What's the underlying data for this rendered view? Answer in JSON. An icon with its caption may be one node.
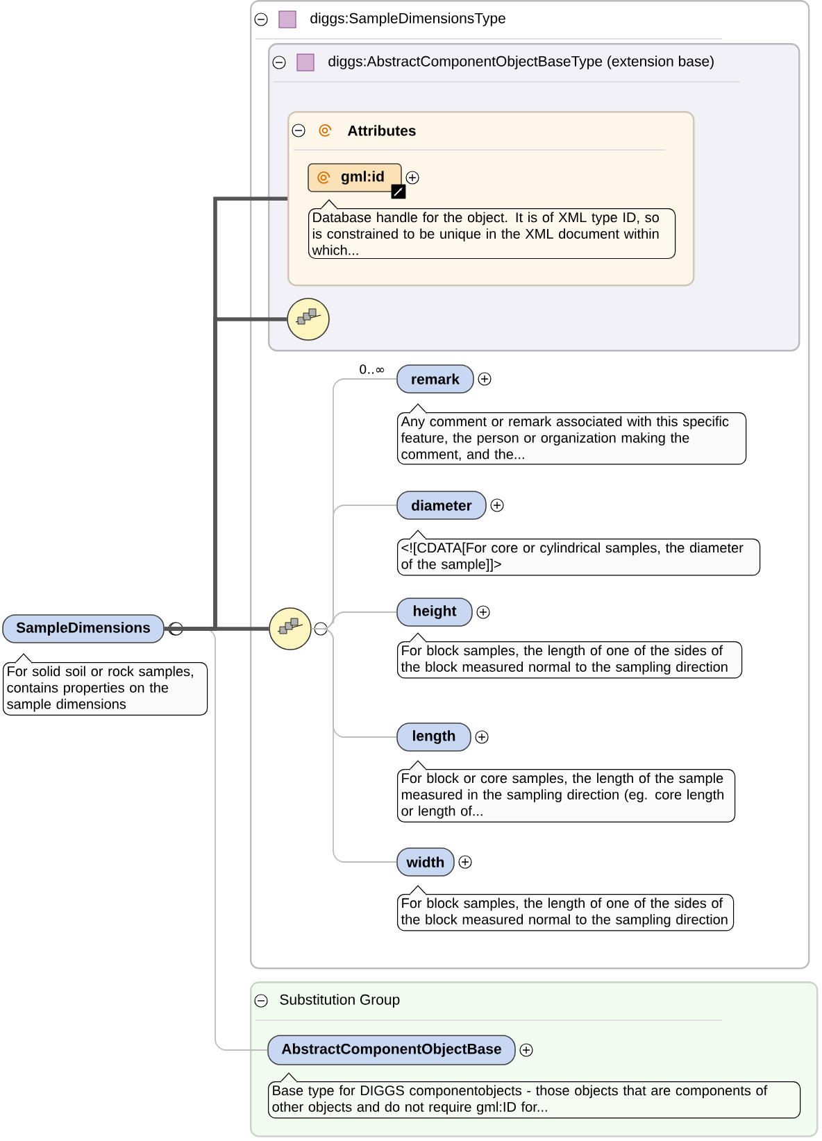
{
  "diagram": {
    "nodes": [
      {
        "text": [
          "SampleDimensions"
        ],
        "beside": [
          "For solid soil or rock samples, contains properties on the sample dimensions"
        ]
      },
      {
        "text": [
          "diggs:SampleDimensionsType"
        ]
      },
      {
        "text": [
          "diggs:AbstractComponentObjectBaseType (extension base)"
        ],
        "in": 1
      },
      {
        "text": [
          "Attributes"
        ],
        "in": 2
      },
      {
        "text": [
          "gml:id"
        ],
        "in": 3,
        "beside": [
          "Database handle for the object. It is of XML type ID, so is constrained to be unique in the XML document within which..."
        ]
      },
      {
        "text": [],
        "shape": "circle",
        "in": 2
      },
      {
        "text": [],
        "shape": "circle",
        "in": 1
      },
      {
        "text": [
          "remark"
        ],
        "in": 1,
        "beside": [
          "Any comment or remark associated with this specific feature, the person or organization making the comment, and the..."
        ]
      },
      {
        "text": [
          "diameter"
        ],
        "in": 1,
        "beside": [
          "<![CDATA[For core or cylindrical samples, the diameter of the sample]]>"
        ]
      },
      {
        "text": [
          "height"
        ],
        "in": 1,
        "beside": [
          "For block samples, the length of one of the sides of the block measured normal to the sampling direction"
        ]
      },
      {
        "text": [
          "length"
        ],
        "in": 1,
        "beside": [
          "For block or core samples, the length of the sample measured in the sampling direction (eg. core length or length of..."
        ]
      },
      {
        "text": [
          "width"
        ],
        "in": 1,
        "beside": [
          "For block samples, the length of one of the sides of the block measured normal to the sampling direction"
        ]
      },
      {
        "text": [
          "Substitution Group"
        ]
      },
      {
        "text": [
          "AbstractComponentObjectBase"
        ],
        "in": 12,
        "beside": [
          "Base type for DIGGS componentobjects - those objects that are components of other objects and do not require gml:ID for..."
        ]
      }
    ],
    "edges": [
      {
        "from": 0,
        "to": 3,
        "arrow": "none",
        "style": "thick",
        "color": "#555555"
      },
      {
        "from": 0,
        "to": 5,
        "arrow": "none",
        "style": "thick",
        "color": "#555555"
      },
      {
        "from": 0,
        "to": 6,
        "arrow": "none",
        "style": "thick",
        "color": "#555555"
      },
      {
        "from": 6,
        "to": 7,
        "arrow": "none",
        "label": "0..∞"
      },
      {
        "from": 6,
        "to": 8,
        "arrow": "none"
      },
      {
        "from": 6,
        "to": 9,
        "arrow": "none"
      },
      {
        "from": 6,
        "to": 10,
        "arrow": "none"
      },
      {
        "from": 6,
        "to": 11,
        "arrow": "none"
      },
      {
        "from": 0,
        "to": 13,
        "arrow": "none"
      }
    ]
  }
}
